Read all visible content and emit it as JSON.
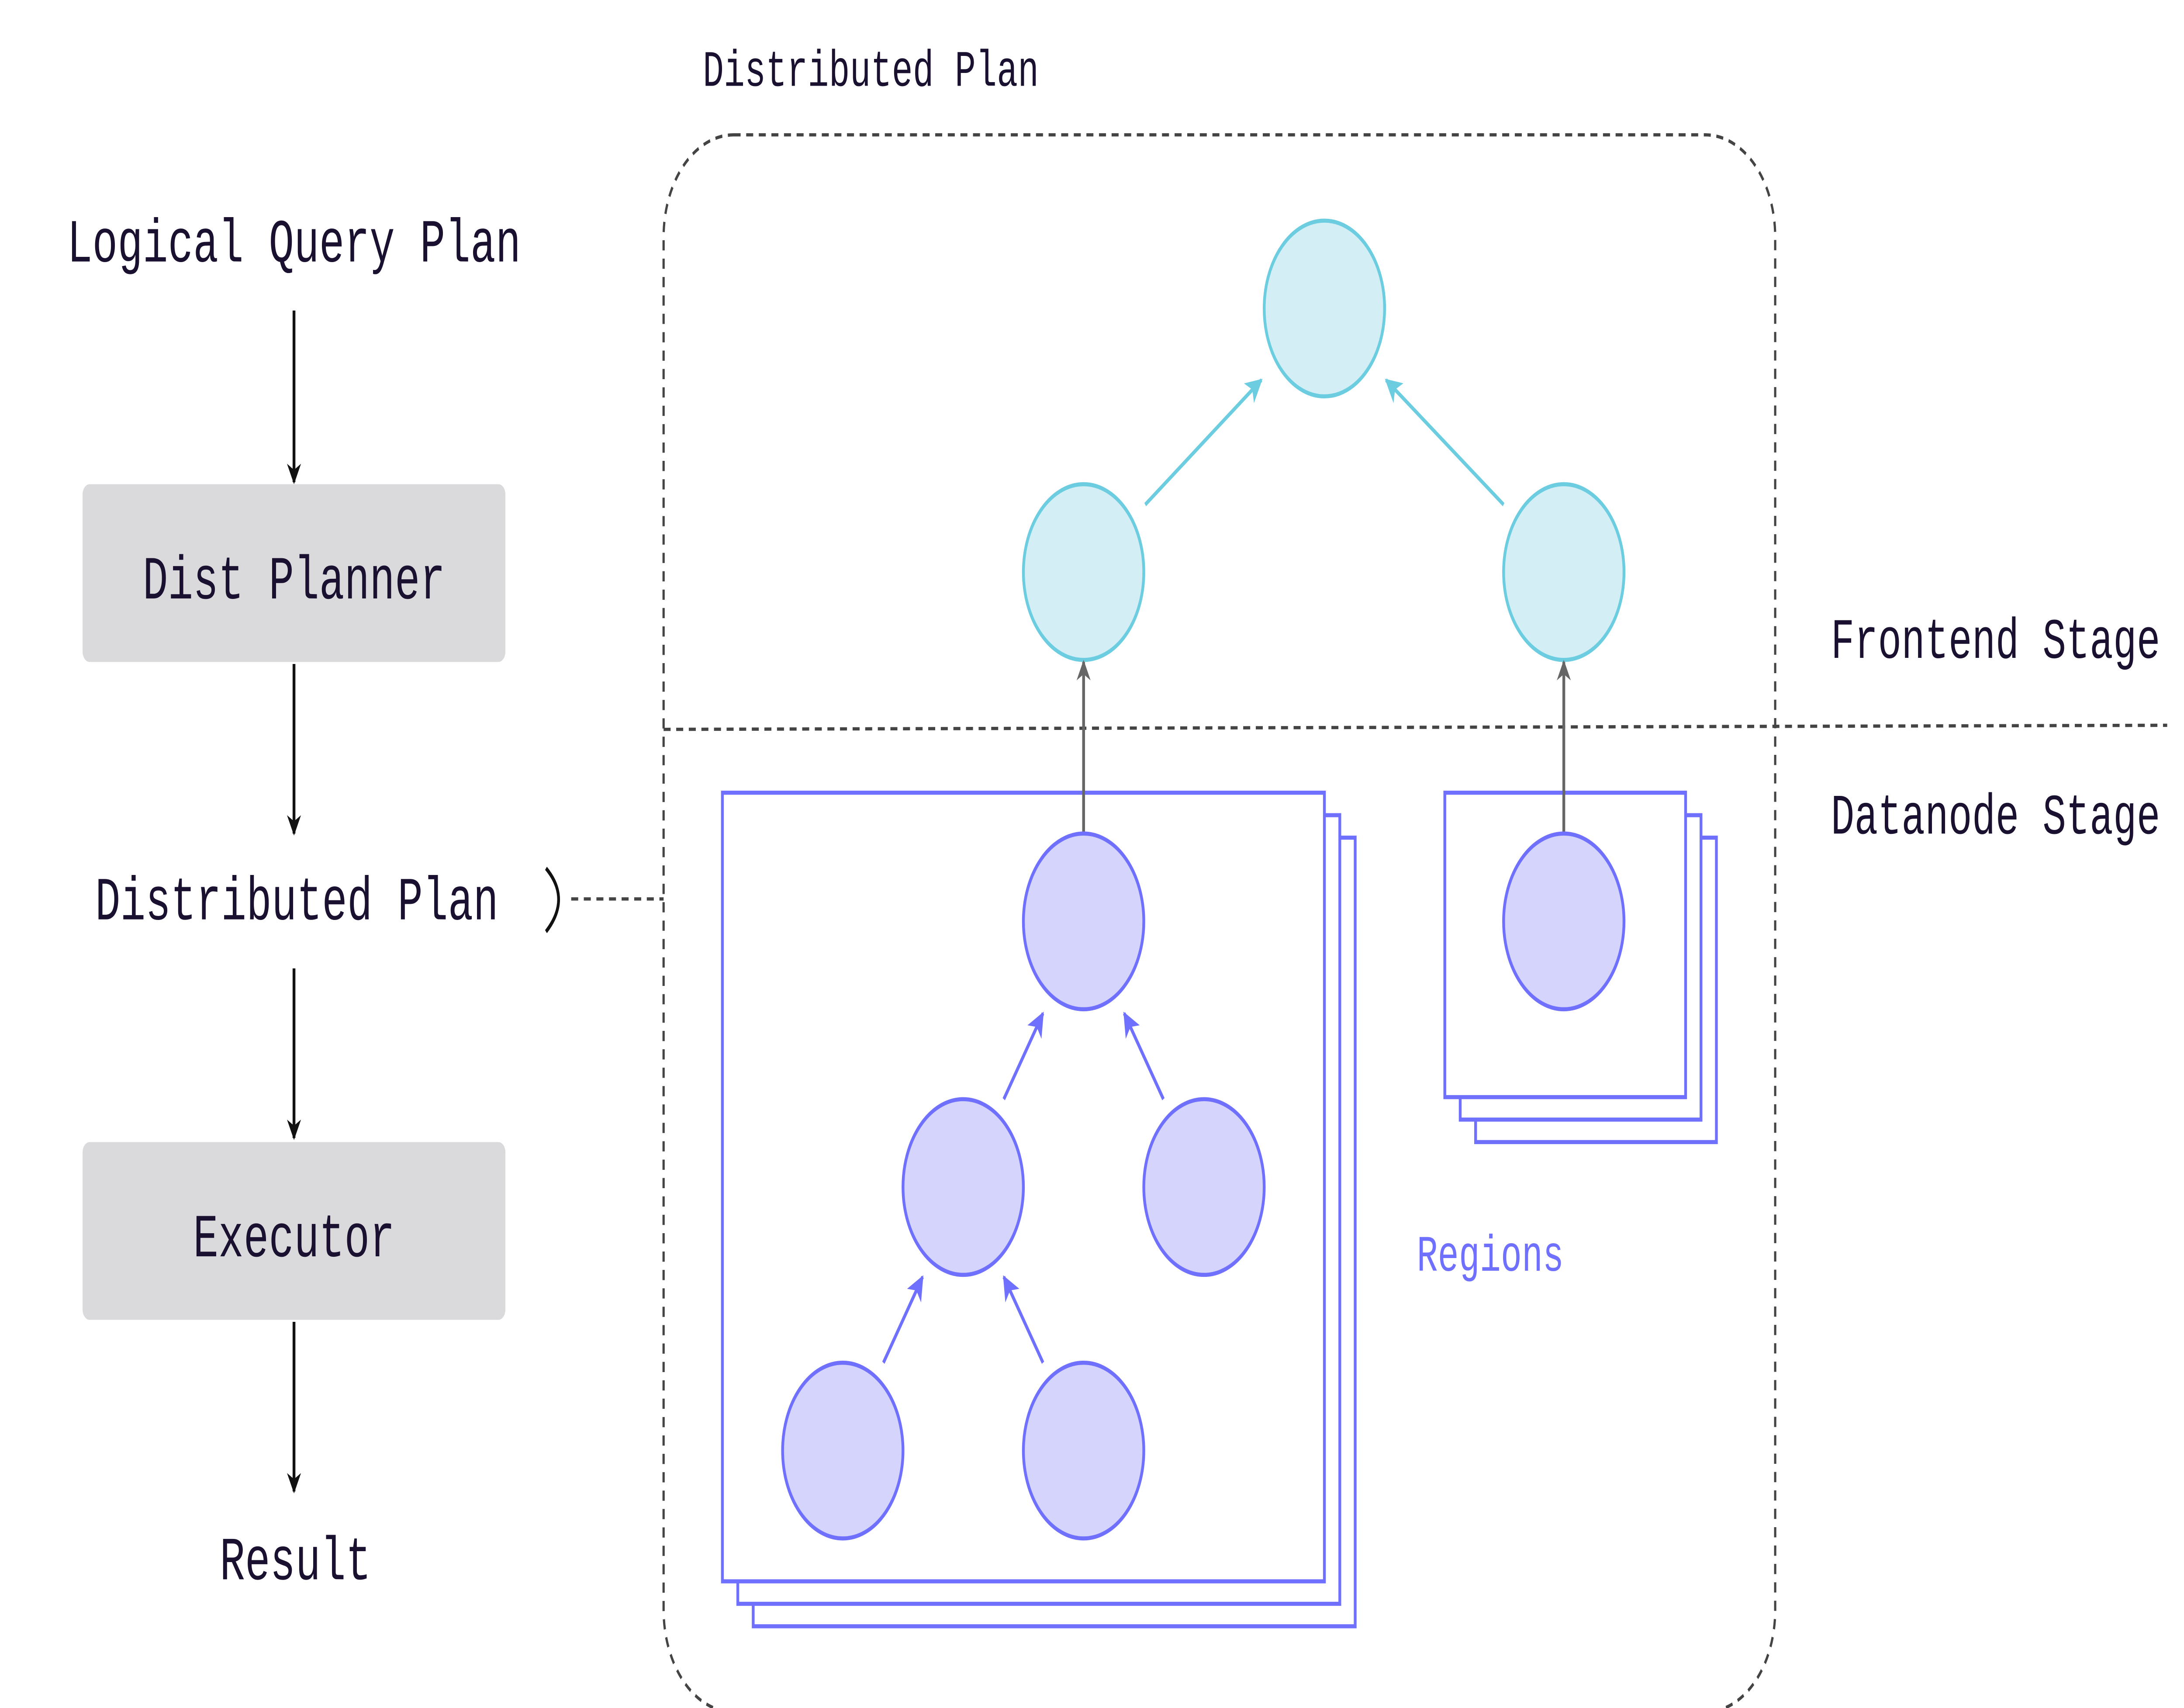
{
  "pipeline": {
    "logical_query_plan": "Logical Query Plan",
    "dist_planner": "Dist Planner",
    "distributed_plan": "Distributed Plan",
    "executor": "Executor",
    "result": "Result"
  },
  "distributed_plan_panel": {
    "title": "Distributed Plan",
    "frontend_stage": "Frontend Stage",
    "datanode_stage": "Datanode Stage",
    "regions_label": "Regions"
  },
  "colors": {
    "frontend_node_fill": "#d3eef4",
    "frontend_node_stroke": "#6ccde0",
    "datanode_node_fill": "#d4d4fd",
    "datanode_accent": "#7070ff",
    "step_box": "#dadadd",
    "stage_link": "#666666"
  }
}
